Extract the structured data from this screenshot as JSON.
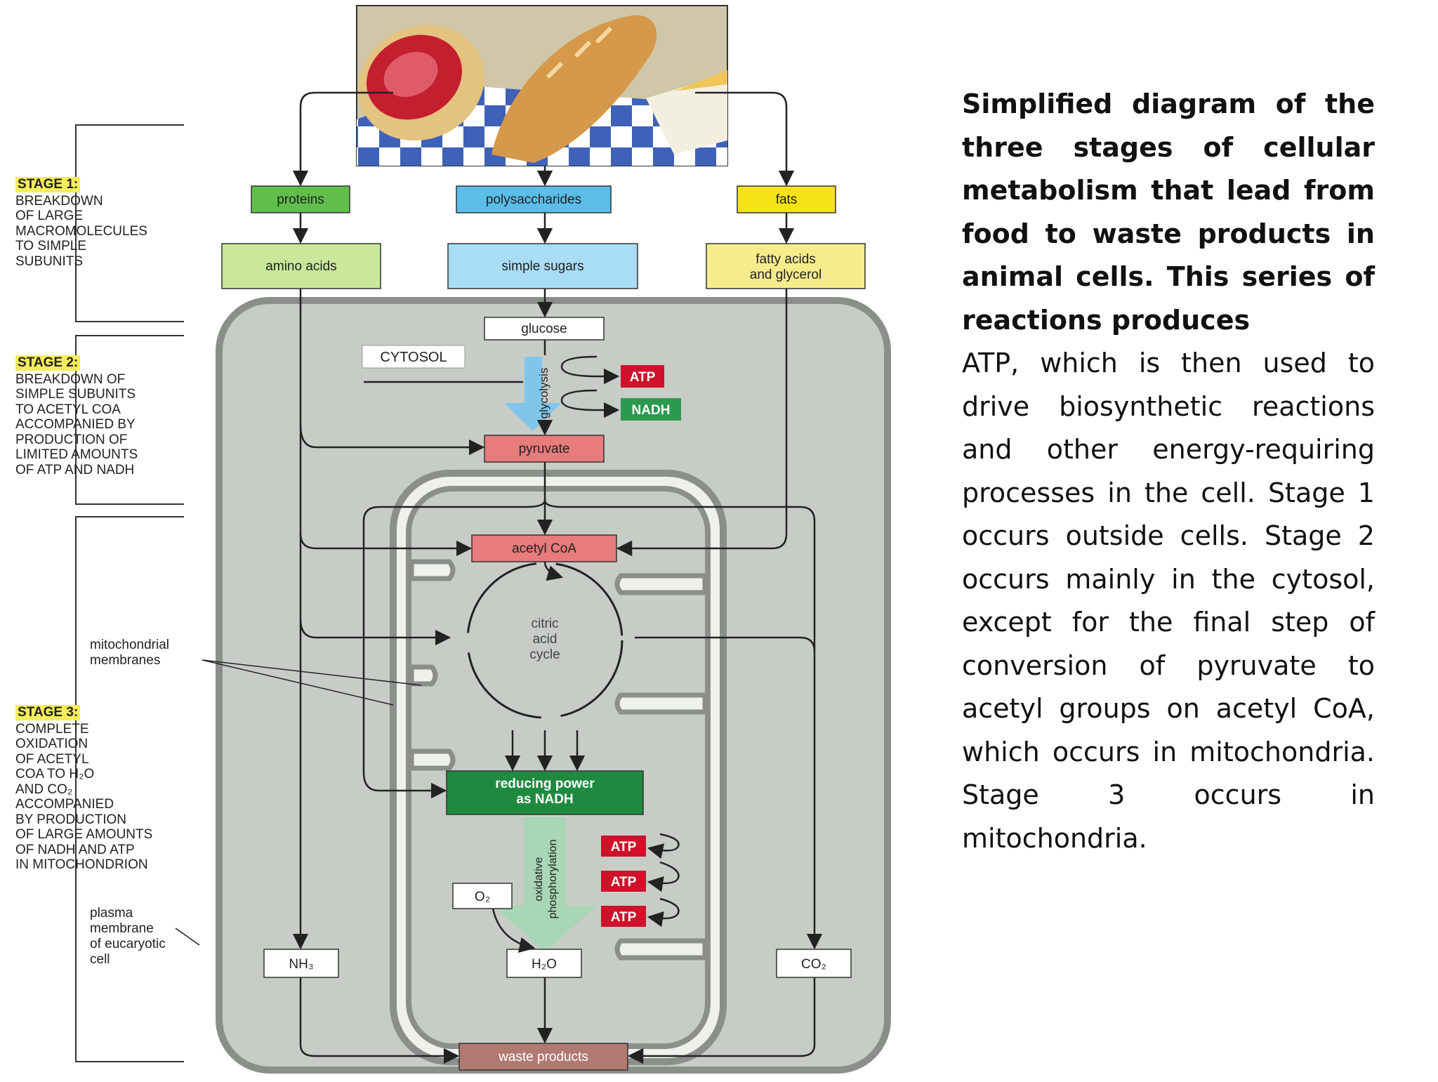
{
  "stages": [
    {
      "title": "STAGE 1:",
      "desc": "BREAKDOWN\nOF LARGE\nMACROMOLECULES\nTO SIMPLE\nSUBUNITS"
    },
    {
      "title": "STAGE 2:",
      "desc": "BREAKDOWN OF\nSIMPLE SUBUNITS\nTO ACETYL CoA\nACCOMPANIED BY\nPRODUCTION OF\nLIMITED AMOUNTS\nOF ATP AND NADH"
    },
    {
      "title": "STAGE 3:",
      "desc": "COMPLETE\nOXIDATION\nOF ACETYL\nCoA TO H₂O\nAND CO₂\nACCOMPANIED\nBY PRODUCTION\nOF LARGE AMOUNTS\nOF NADH AND ATP\nIN MITOCHONDRION"
    }
  ],
  "labels": {
    "proteins": "proteins",
    "polysaccharides": "polysaccharides",
    "fats": "fats",
    "amino_acids": "amino acids",
    "simple_sugars": "simple sugars",
    "fatty_acids_1": "fatty acids",
    "fatty_acids_2": "and glycerol",
    "glucose": "glucose",
    "cytosol": "CYTOSOL",
    "glycolysis": "glycolysis",
    "atp": "ATP",
    "nadh": "NADH",
    "pyruvate": "pyruvate",
    "acetyl_coa": "acetyl CoA",
    "citric_1": "citric",
    "citric_2": "acid",
    "citric_3": "cycle",
    "reducing_1": "reducing power",
    "reducing_2": "as NADH",
    "oxphos_1": "oxidative",
    "oxphos_2": "phosphorylation",
    "o2": "O₂",
    "h2o": "H₂O",
    "nh3": "NH₃",
    "co2": "CO₂",
    "waste": "waste products",
    "mito_1": "mitochondrial",
    "mito_2": "membranes",
    "plasma_1": "plasma",
    "plasma_2": "membrane",
    "plasma_3": "of eucaryotic",
    "plasma_4": "cell"
  },
  "caption": {
    "bold": "Simplified diagram of the three stages of cellular metabolism that lead from food to waste products in animal cells. This series of reactions produces",
    "normal": "ATP, which is then used to drive biosynthetic reactions and other energy-requiring processes in the cell. Stage 1 occurs outside cells. Stage 2 occurs mainly in the cytosol, except for the final step of conversion of pyruvate to acetyl groups on acetyl CoA, which occurs in mitochondria. Stage 3 occurs in mitochondria."
  },
  "colors": {
    "proteins": "#5fbf4a",
    "amino_acids": "#c9e89a",
    "polysaccharides": "#5bbde8",
    "simple_sugars": "#a9dcf5",
    "fats": "#f7e21a",
    "fatty_acids": "#f6ec8c",
    "pyruvate": "#e87b7b",
    "atp": "#d0112b",
    "nadh": "#2b9a4f",
    "reducing": "#1f8a3f",
    "waste": "#b07a72",
    "cell": "#c8ccc6"
  }
}
